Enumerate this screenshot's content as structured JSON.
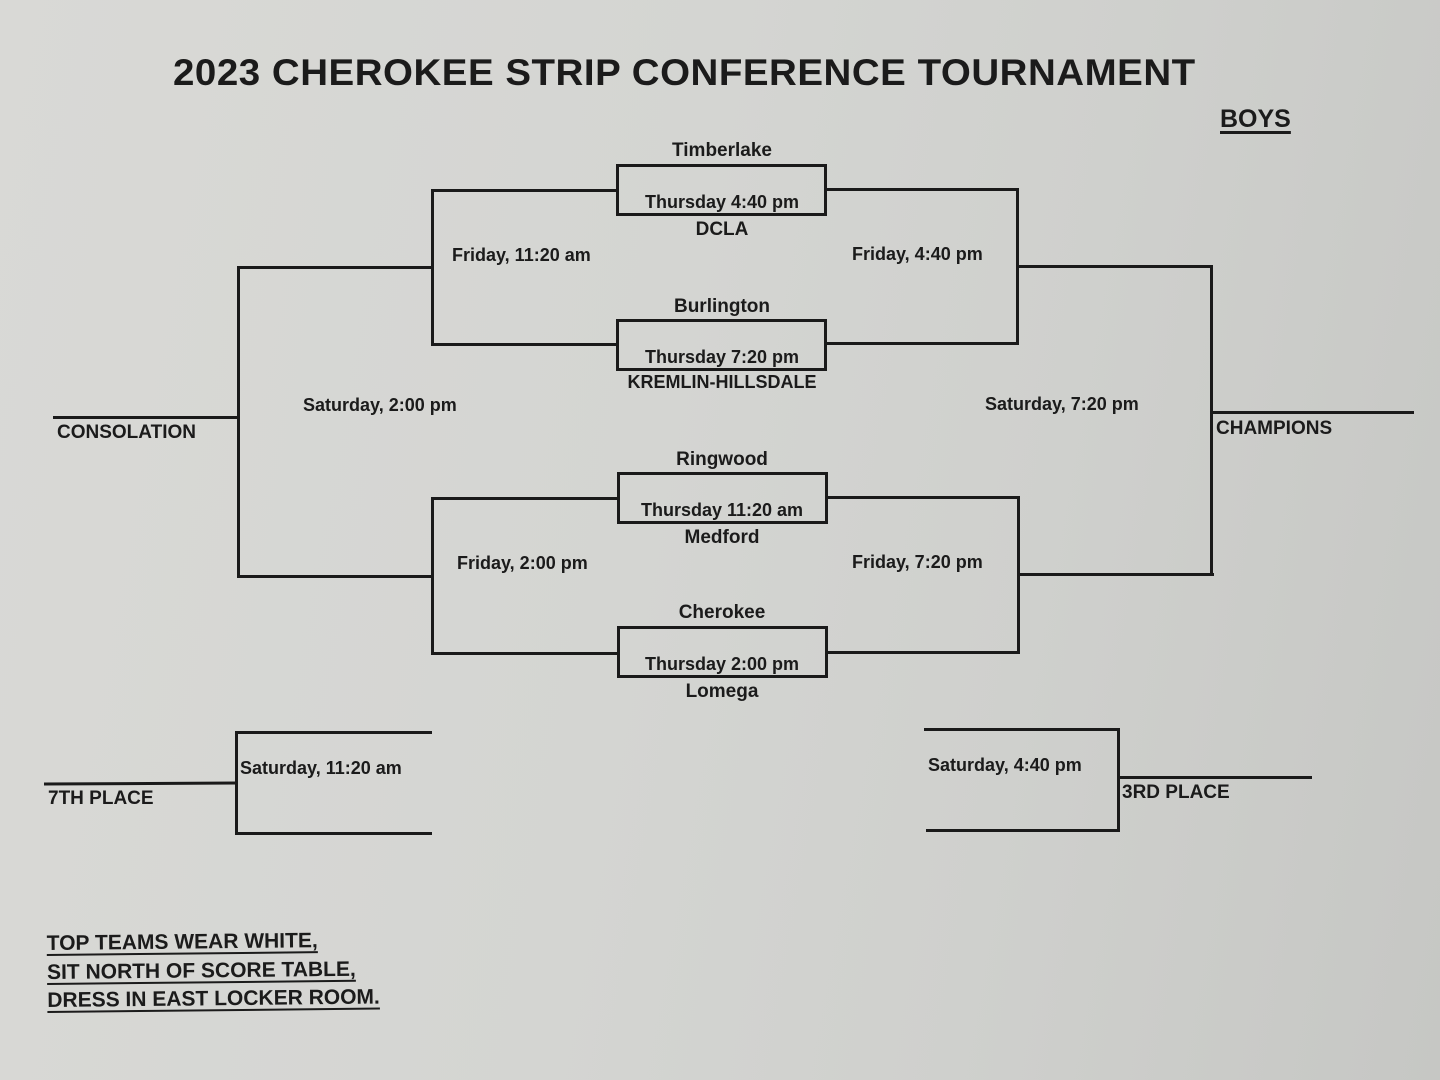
{
  "header": {
    "title": "2023 CHEROKEE STRIP CONFERENCE TOURNAMENT",
    "division": "BOYS"
  },
  "first_round": [
    {
      "top_team": "Timberlake",
      "time": "Thursday 4:40 pm",
      "bottom_team": "DCLA"
    },
    {
      "top_team": "Burlington",
      "time": "Thursday 7:20 pm",
      "bottom_team": "KREMLIN-HILLSDALE"
    },
    {
      "top_team": "Ringwood",
      "time": "Thursday 11:20 am",
      "bottom_team": "Medford"
    },
    {
      "top_team": "Cherokee",
      "time": "Thursday 2:00 pm",
      "bottom_team": "Lomega"
    }
  ],
  "consolation_bracket": {
    "semifinal_top_time": "Friday, 11:20 am",
    "semifinal_bottom_time": "Friday, 2:00 pm",
    "final_time": "Saturday, 2:00 pm",
    "result_label": "CONSOLATION"
  },
  "championship_bracket": {
    "semifinal_top_time": "Friday, 4:40 pm",
    "semifinal_bottom_time": "Friday, 7:20 pm",
    "final_time": "Saturday, 7:20 pm",
    "result_label": "CHAMPIONS"
  },
  "placement_games": {
    "seventh": {
      "time": "Saturday, 11:20 am",
      "label": "7TH PLACE"
    },
    "third": {
      "time": "Saturday, 4:40 pm",
      "label": "3RD PLACE"
    }
  },
  "instructions": [
    "TOP TEAMS WEAR WHITE,",
    "SIT NORTH OF SCORE TABLE,",
    "DRESS IN EAST LOCKER ROOM."
  ],
  "colors": {
    "paper": "#d4d5d2",
    "ink": "#1a1a1a"
  }
}
